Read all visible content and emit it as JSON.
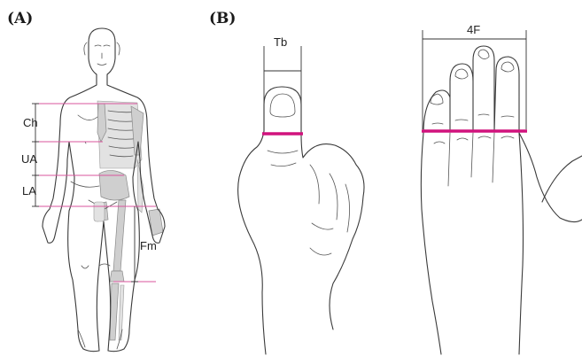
{
  "panels": {
    "a": {
      "label": "(A)"
    },
    "b": {
      "label": "(B)"
    }
  },
  "segments": {
    "chest": "Ch",
    "upper_abdomen": "UA",
    "lower_abdomen": "LA",
    "femur": "Fm"
  },
  "fingers": {
    "thumb": "Tb",
    "four_fingers": "4F"
  },
  "colors": {
    "measure_band": "#d1127d",
    "guide_line": "#d9559e",
    "bone": "#cfcfcf",
    "outline": "#3a3a3a"
  }
}
